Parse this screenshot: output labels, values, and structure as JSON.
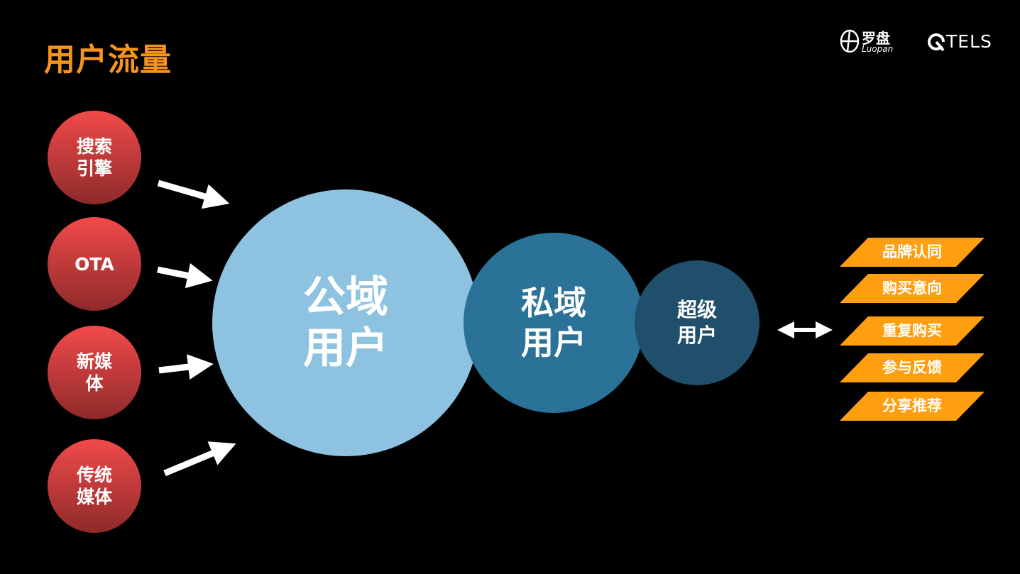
{
  "title": "用户流量",
  "logos": {
    "luopan_cn": "罗盘",
    "luopan_en": "Luopan",
    "qtels": "TELS"
  },
  "sources": [
    {
      "label": "搜索引擎",
      "lines": [
        "搜索",
        "引擎"
      ]
    },
    {
      "label": "OTA",
      "lines": [
        "OTA"
      ]
    },
    {
      "label": "新媒体",
      "lines": [
        "新媒",
        "体"
      ]
    },
    {
      "label": "传统媒体",
      "lines": [
        "传统",
        "媒体"
      ]
    }
  ],
  "circles": {
    "public": {
      "lines": [
        "公域",
        "用户"
      ],
      "color": "#8DC3E0"
    },
    "private": {
      "lines": [
        "私域",
        "用户"
      ],
      "color": "#2A7297"
    },
    "super": {
      "lines": [
        "超级",
        "用户"
      ],
      "color": "#1F4F6B"
    }
  },
  "outcomes": [
    "品牌认同",
    "购买意向",
    "重复购买",
    "参与反馈",
    "分享推荐"
  ],
  "colors": {
    "accent": "#F7941D",
    "tag": "#FF9E0F",
    "source_top": "#F24A4A",
    "source_bottom": "#8E2A2A"
  }
}
